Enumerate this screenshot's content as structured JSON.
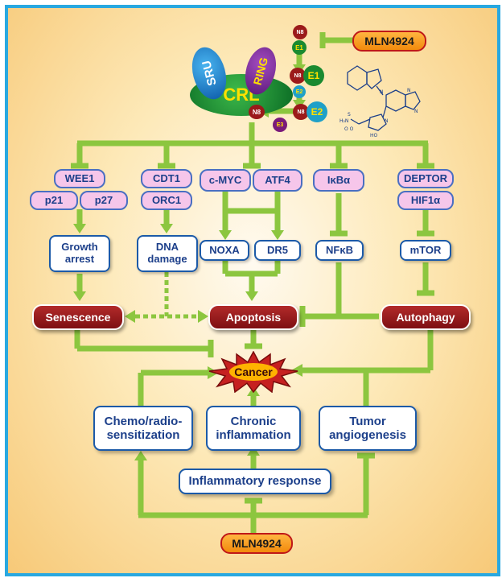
{
  "colors": {
    "arrow": "#8cc63f",
    "frame_border": "#29a8e0",
    "box_text": "#1c3f8a",
    "pink_box": "#f6c6ea",
    "red_box": "#8b1518",
    "orange_box": "#f9a21b"
  },
  "complex": {
    "sru": "SRU",
    "ring": "RING",
    "crl": "CRL",
    "n8": "N8",
    "e1": "E1",
    "e2": "E2",
    "e3": "E3"
  },
  "drug_top": "MLN4924",
  "drug_bottom": "MLN4924",
  "targets": {
    "wee1": "WEE1",
    "p21": "p21",
    "p27": "p27",
    "cdt1": "CDT1",
    "orc1": "ORC1",
    "cmyc": "c-MYC",
    "atf4": "ATF4",
    "ikba": "IκBα",
    "deptor": "DEPTOR",
    "hif1a": "HIF1α"
  },
  "effectors": {
    "growth_arrest": "Growth arrest",
    "dna_damage": "DNA damage",
    "noxa": "NOXA",
    "dr5": "DR5",
    "nfkb": "NFκB",
    "mtor": "mTOR"
  },
  "outcomes": {
    "senescence": "Senescence",
    "apoptosis": "Apoptosis",
    "autophagy": "Autophagy"
  },
  "cancer": "Cancer",
  "processes": {
    "chemo": "Chemo/radio-sensitization",
    "chronic": "Chronic inflammation",
    "tumor": "Tumor angiogenesis",
    "inflammatory": "Inflammatory response"
  }
}
